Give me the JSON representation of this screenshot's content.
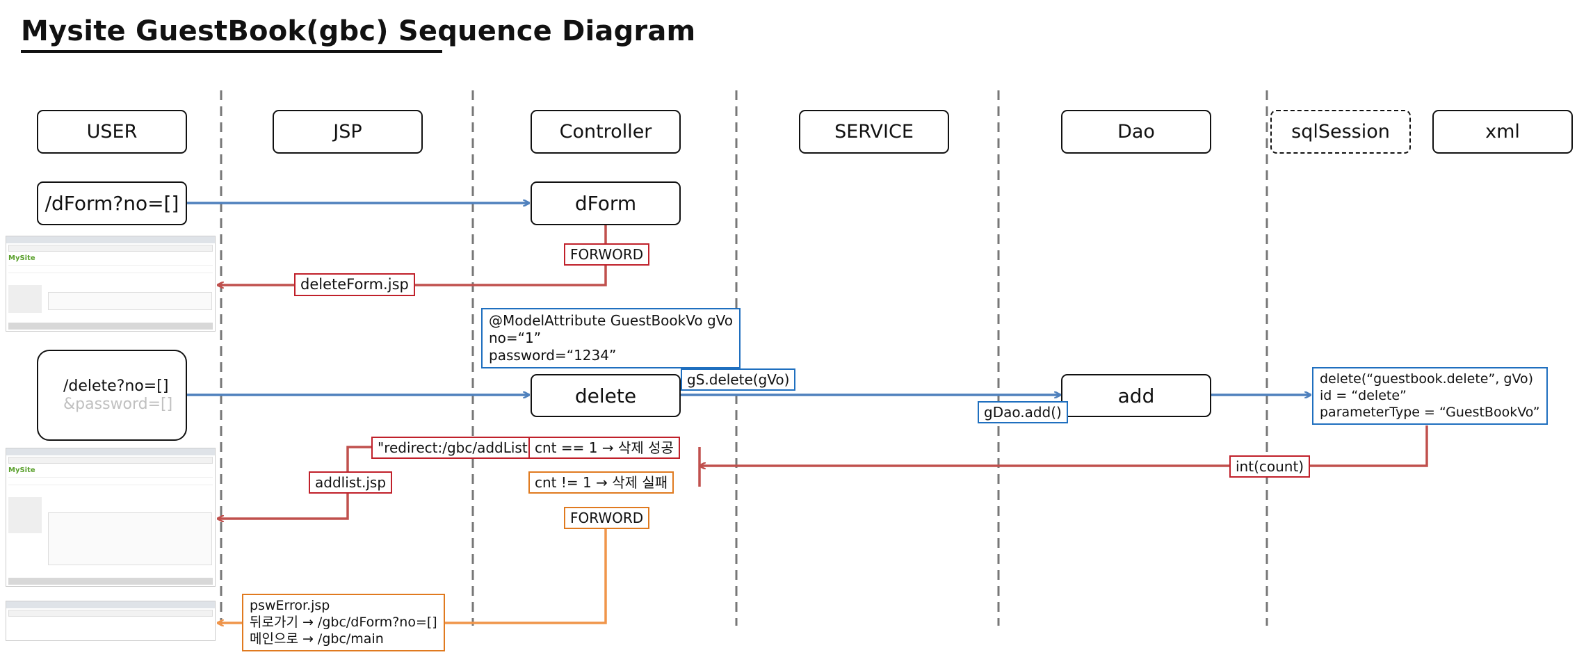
{
  "title": "Mysite GuestBook(gbc) Sequence Diagram",
  "lanes": {
    "user": "USER",
    "jsp": "JSP",
    "controller": "Controller",
    "service": "SERVICE",
    "dao": "Dao",
    "sqlsession": "sqlSession",
    "xml": "xml"
  },
  "nodes": {
    "dform_request": "/dForm?no=[]",
    "dform_method": "dForm",
    "delete_request_line1": "/delete?no=[]",
    "delete_request_line2": "&password=[]",
    "delete_method": "delete",
    "dao_add": "add"
  },
  "labels": {
    "forword_1": "FORWORD",
    "delete_form_jsp": "deleteForm.jsp",
    "model_attribute": "@ModelAttribute GuestBookVo gVo\nno=“1”\npassword=“1234”",
    "gs_delete": "gS.delete(gVo)",
    "gdao_add": "gDao.add()",
    "xml_mapping": "delete(“guestbook.delete”, gVo)\nid = “delete”\nparameterType = “GuestBookVo”",
    "int_count": "int(count)",
    "redirect": "\"redirect:/gbc/addList\"",
    "cnt_success": "cnt == 1 → 삭제 성공",
    "cnt_fail": "cnt != 1 → 삭제 실패",
    "addlist_jsp": "addlist.jsp",
    "forword_2": "FORWORD",
    "psw_error": "pswError.jsp\n뒤로가기 → /gbc/dForm?no=[]\n메인으로 → /gbc/main"
  },
  "thumbnails": {
    "site_logo": "MySite"
  },
  "colors": {
    "request_arrow": "#4f81bd",
    "response_arrow": "#c0504d",
    "error_arrow": "#f0954a",
    "red_border": "#c0202a",
    "blue_border": "#1f6fbf",
    "orange_border": "#e07a1f"
  }
}
